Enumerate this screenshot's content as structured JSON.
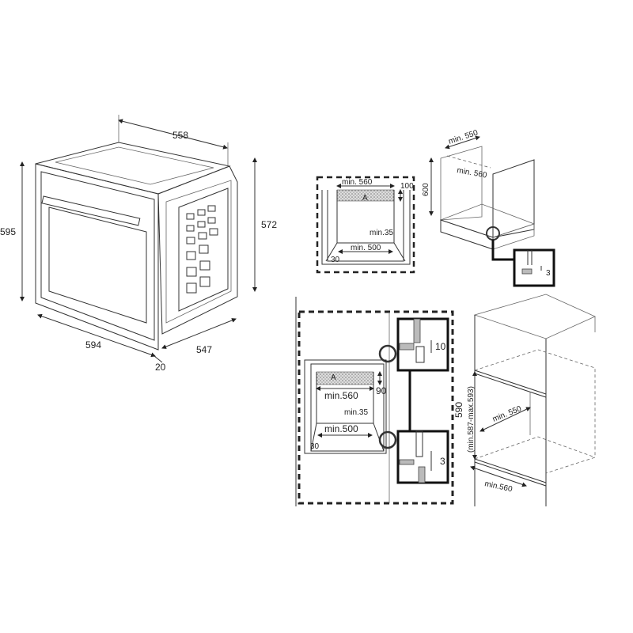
{
  "oven": {
    "depth_top": "558",
    "height_front": "595",
    "height_side": "572",
    "width_front": "594",
    "depth_side": "547",
    "door_thickness": "20"
  },
  "undercounter_section": {
    "min_width_top": "min. 560",
    "top_clearance": "100",
    "area_label": "A",
    "min_gap": "min.35",
    "min_width_bottom": "min. 500",
    "side_offset": "30"
  },
  "undercounter_cabinet": {
    "min_depth": "min. 550",
    "min_width": "min. 560",
    "height": "600",
    "detail_gap": "3"
  },
  "column_section": {
    "area_label": "A",
    "min_width_top": "min.560",
    "top_clearance": "90",
    "min_gap": "min.35",
    "min_width_bottom": "min.500",
    "side_offset": "30",
    "detail_top_gap": "10",
    "detail_bottom_gap": "3"
  },
  "column_cabinet": {
    "height": "590",
    "height_range": "(min.587-max.593)",
    "min_depth": "min. 550",
    "min_width": "min.560"
  }
}
